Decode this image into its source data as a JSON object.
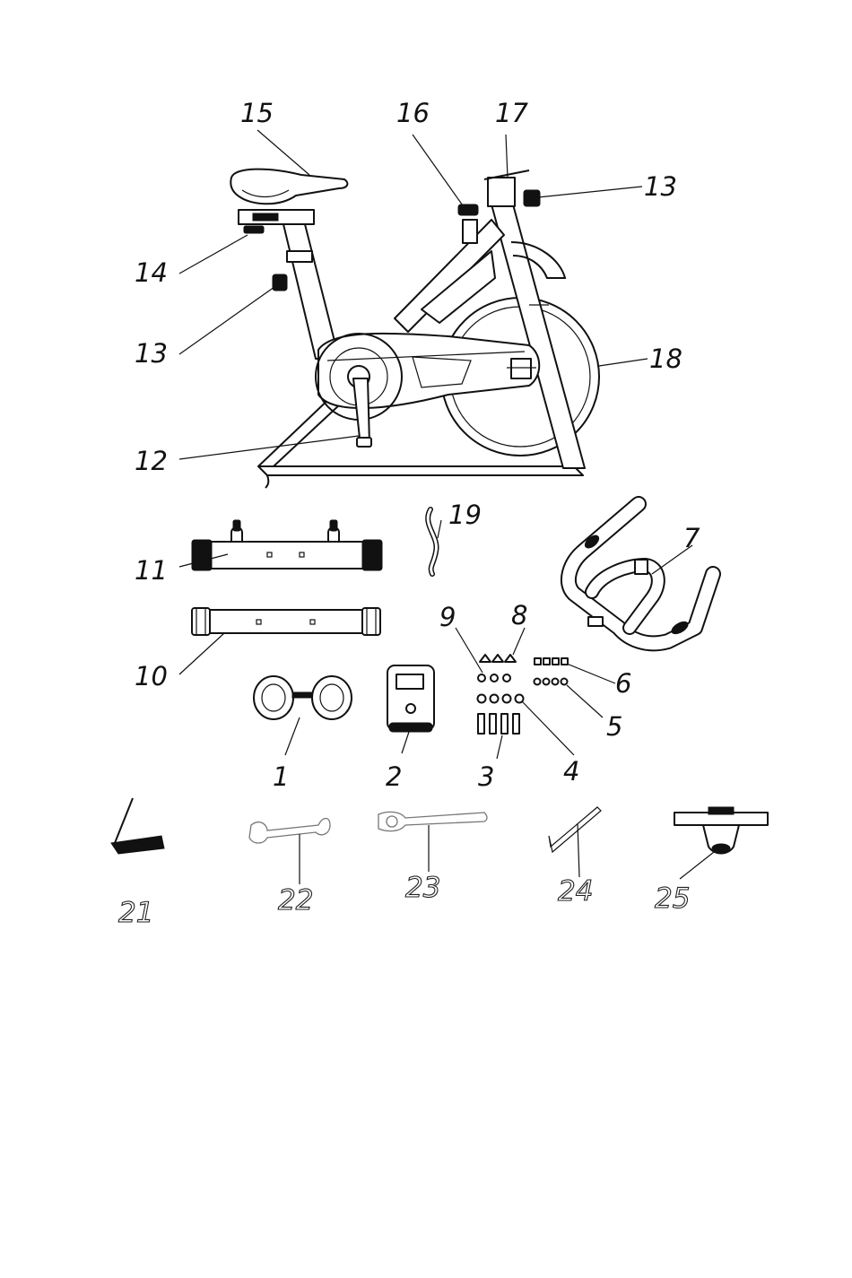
{
  "parts": {
    "p1": "1",
    "p2": "2",
    "p3": "3",
    "p4": "4",
    "p5": "5",
    "p6": "6",
    "p7": "7",
    "p8": "8",
    "p9": "9",
    "p10": "10",
    "p11": "11",
    "p12": "12",
    "p13": "13",
    "p14": "14",
    "p15": "15",
    "p16": "16",
    "p17": "17",
    "p18": "18",
    "p19": "19",
    "p21": "21",
    "p22": "22",
    "p23": "23",
    "p24": "24",
    "p25": "25"
  }
}
